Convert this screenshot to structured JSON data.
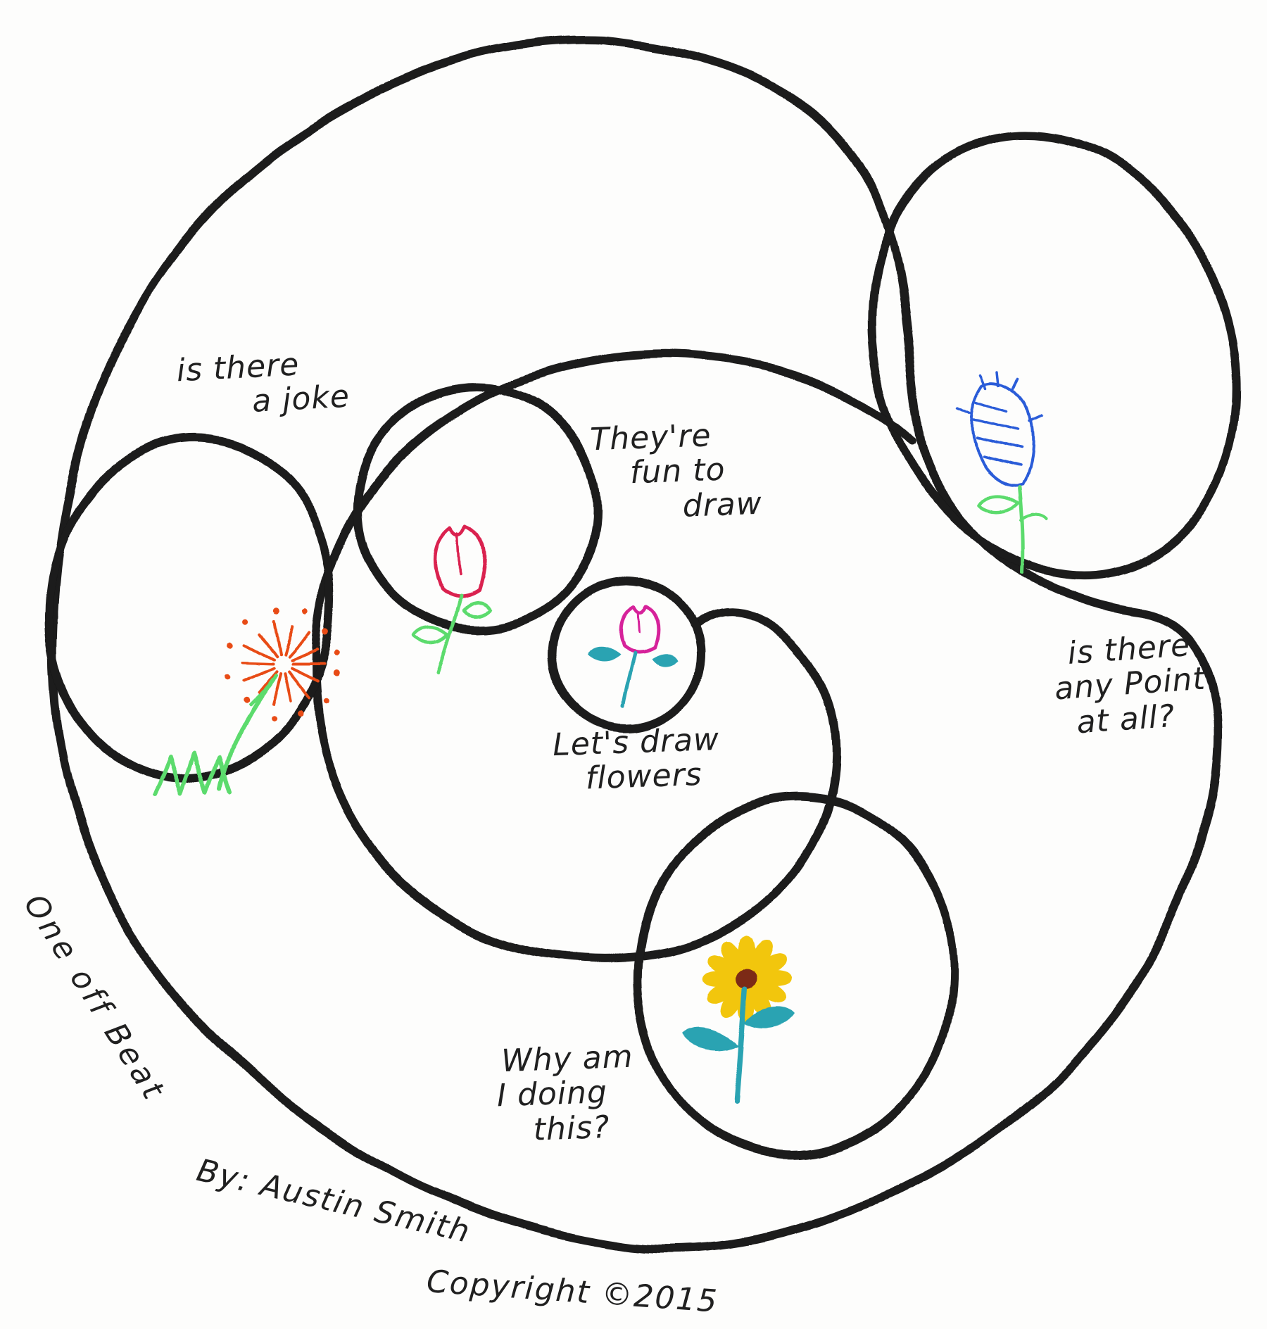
{
  "artwork": {
    "captions": {
      "joke": {
        "line1": "is there",
        "line2": "a joke"
      },
      "fun": {
        "line1": "They're",
        "line2": "fun to",
        "line3": "draw"
      },
      "lets_draw": {
        "line1": "Let's draw",
        "line2": "flowers"
      },
      "point": {
        "line1": "is there",
        "line2": "any Point",
        "line3": "at all?"
      },
      "why": {
        "line1": "Why am",
        "line2": "I doing",
        "line3": "this?"
      }
    },
    "footer": {
      "series": "One off Beat",
      "byline": "By: Austin Smith",
      "copyright": "Copyright ©2015"
    },
    "colors": {
      "paper": "#fdfdfc",
      "ink": "#1a1a1a",
      "text": "#202020",
      "stem-green": "#5cdb6d",
      "orange": "#e84b12",
      "red": "#da2150",
      "magenta": "#d6219a",
      "teal": "#2aa3b2",
      "blue": "#2b5cd8",
      "yellow": "#f2c60e",
      "daisy-center": "#7c2a12"
    }
  }
}
